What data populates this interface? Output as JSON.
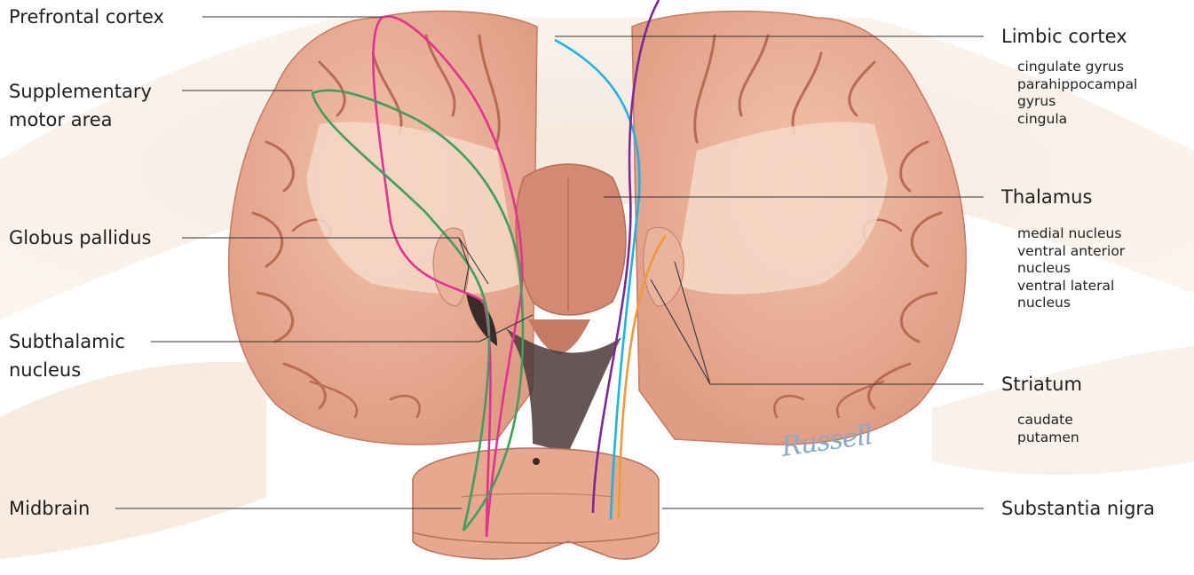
{
  "labels_left": {
    "prefrontal": "Prefrontal cortex",
    "sma_line1": "Supplementary",
    "sma_line2": "motor area",
    "globus": "Globus pallidus",
    "subthalamic_line1": "Subthalamic",
    "subthalamic_line2": "nucleus",
    "midbrain": "Midbrain"
  },
  "labels_right": {
    "limbic": {
      "title": "Limbic cortex",
      "items": [
        "cingulate gyrus",
        "parahippocampal",
        "gyrus",
        "cingula"
      ]
    },
    "thalamus": {
      "title": "Thalamus",
      "items": [
        "medial nucleus",
        "ventral anterior",
        "nucleus",
        "ventral lateral",
        "nucleus"
      ]
    },
    "striatum": {
      "title": "Striatum",
      "items": [
        "caudate",
        "putamen"
      ]
    },
    "substantia": {
      "title": "Substantia nigra"
    }
  },
  "signature": "Russell",
  "colors": {
    "pathway_magenta": "#e2338e",
    "pathway_green": "#3e9e5e",
    "pathway_cyan": "#1cb2e6",
    "pathway_purple": "#7a2a92",
    "pathway_orange": "#f09a3a",
    "tissue": "#e7a890",
    "tissue_dark": "#c47a64",
    "leader": "#333333"
  }
}
